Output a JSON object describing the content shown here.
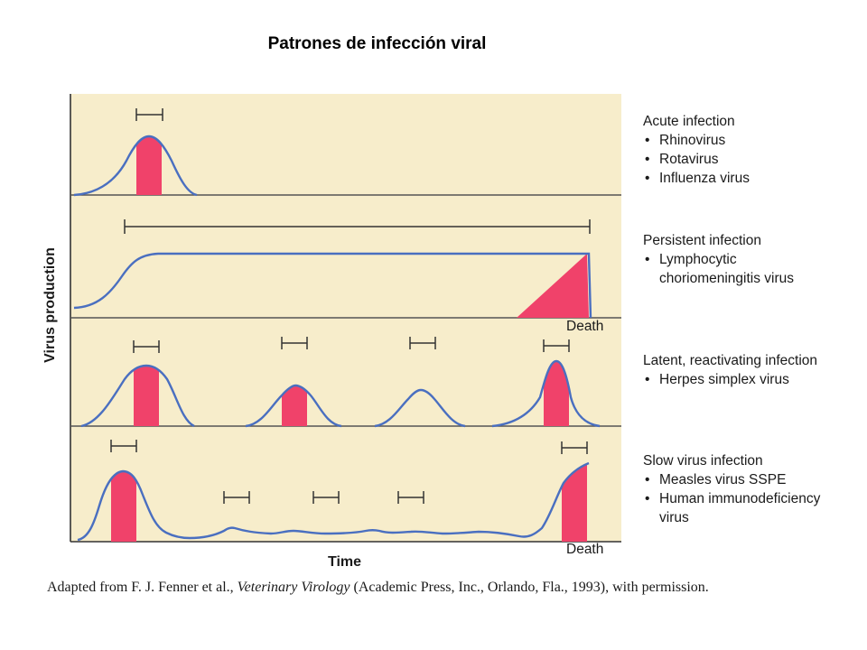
{
  "title": "Patrones de infección viral",
  "y_axis_label": "Virus production",
  "x_axis_label": "Time",
  "death_label": "Death",
  "colors": {
    "panel_bg": "#f7edcb",
    "curve": "#4a6fc0",
    "fill": "#f0426a",
    "axis": "#333333"
  },
  "panels": [
    {
      "heading": "Acute infection",
      "items": [
        "Rhinovirus",
        "Rotavirus",
        "Influenza virus"
      ]
    },
    {
      "heading": "Persistent infection",
      "items": [
        "Lymphocytic"
      ],
      "continuation": "choriomeningitis virus"
    },
    {
      "heading": "Latent, reactivating infection",
      "items": [
        "Herpes simplex virus"
      ]
    },
    {
      "heading": "Slow virus infection",
      "items": [
        "Measles virus SSPE",
        "Human immunodeficiency"
      ],
      "continuation": "virus"
    }
  ],
  "credit": {
    "prefix": "Adapted from F. J. Fenner et al., ",
    "book": "Veterinary Virology",
    "suffix": " (Academic Press, Inc., Orlando, Fla., 1993), with permission."
  }
}
